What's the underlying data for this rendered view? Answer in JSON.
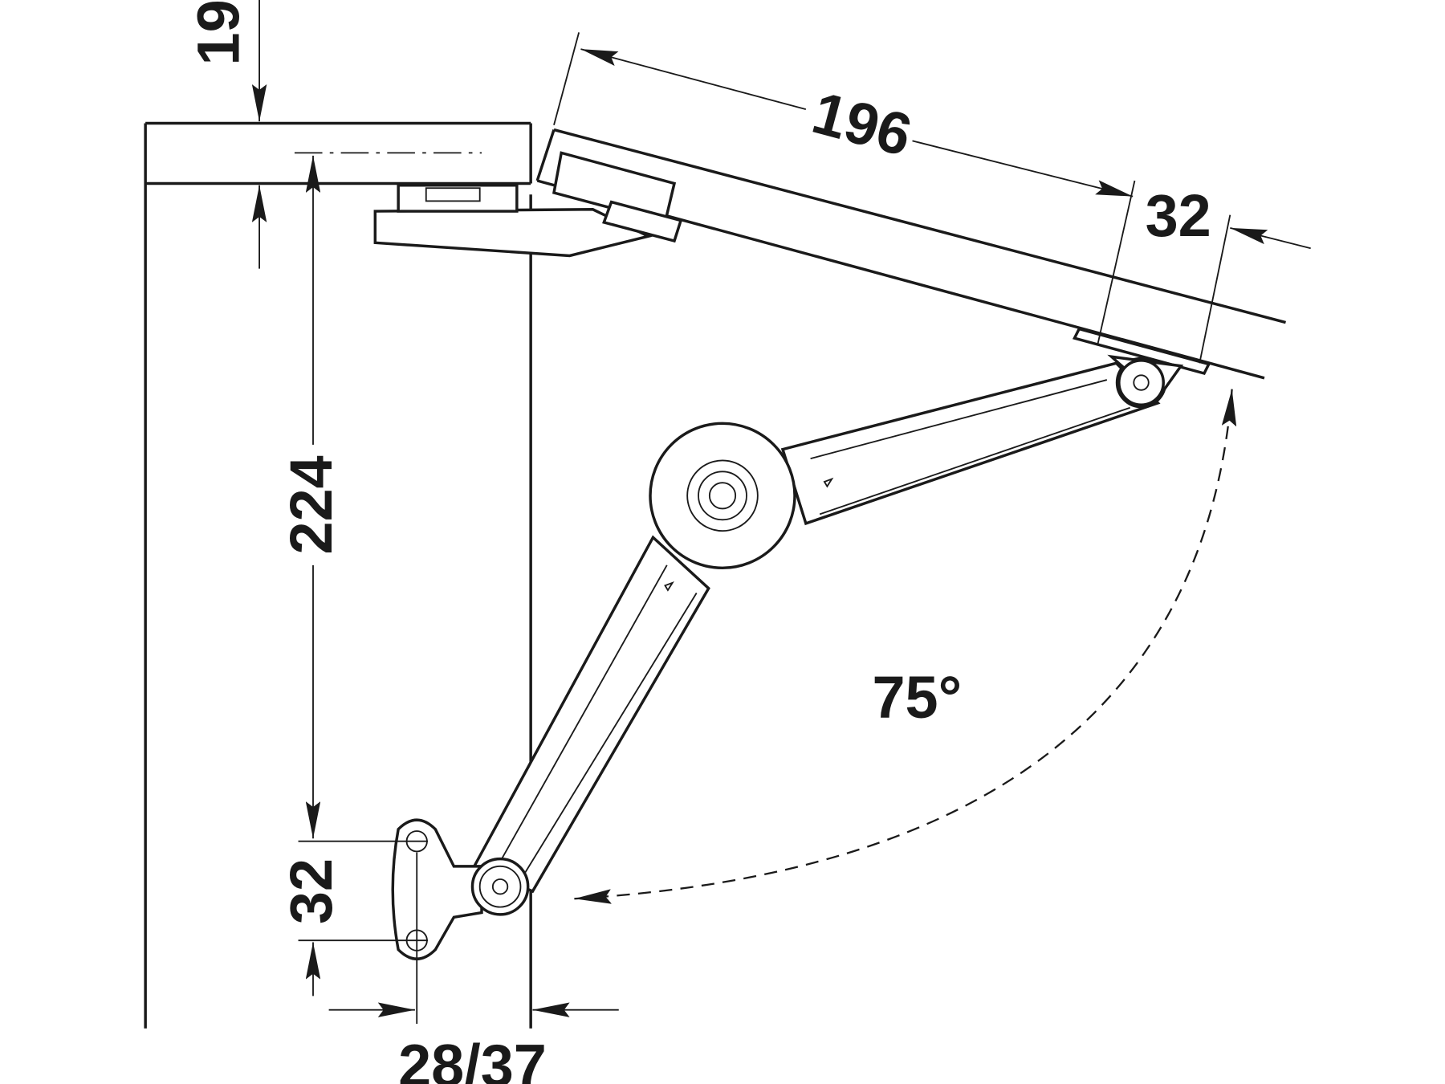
{
  "diagram": {
    "colors": {
      "line": "#1a1a1a",
      "background": "#ffffff"
    },
    "dimensions": {
      "panel_thickness": "19",
      "flap_length": "196",
      "flap_offset": "32",
      "height": "224",
      "hole_spacing": "32",
      "side_offset": "28/37",
      "opening_angle": "75°"
    }
  }
}
